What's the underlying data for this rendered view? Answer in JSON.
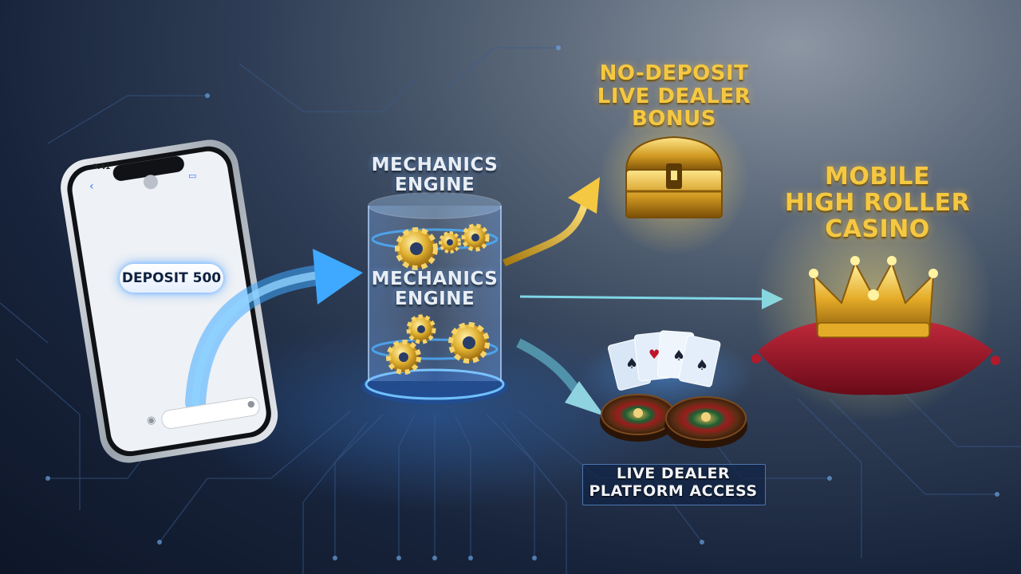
{
  "phone": {
    "status_time": "9:41",
    "message": "DEPOSIT 500",
    "icons": [
      "back-icon",
      "video-icon",
      "camera-icon",
      "mic-icon"
    ]
  },
  "engine": {
    "top_label": [
      "MECHANICS",
      "ENGINE"
    ],
    "inner_label": [
      "MECHANICS",
      "ENGINE"
    ],
    "icons": [
      "gear-icon"
    ]
  },
  "bonus": {
    "label": [
      "NO-DEPOSIT",
      "LIVE DEALER",
      "BONUS"
    ],
    "icon": "treasure-chest-icon"
  },
  "high_roller": {
    "label": [
      "MOBILE",
      "HIGH ROLLER",
      "CASINO"
    ],
    "icon": "crown-on-cushion-icon"
  },
  "platform": {
    "label": [
      "LIVE DEALER",
      "PLATFORM ACCESS"
    ],
    "icons": [
      "playing-cards-icon",
      "roulette-wheel-icon"
    ]
  },
  "colors": {
    "gold": "#f5c842",
    "blue_glow": "#3fa9ff",
    "teal_arrow": "#7fd6e6",
    "cushion_red": "#9c1426"
  }
}
